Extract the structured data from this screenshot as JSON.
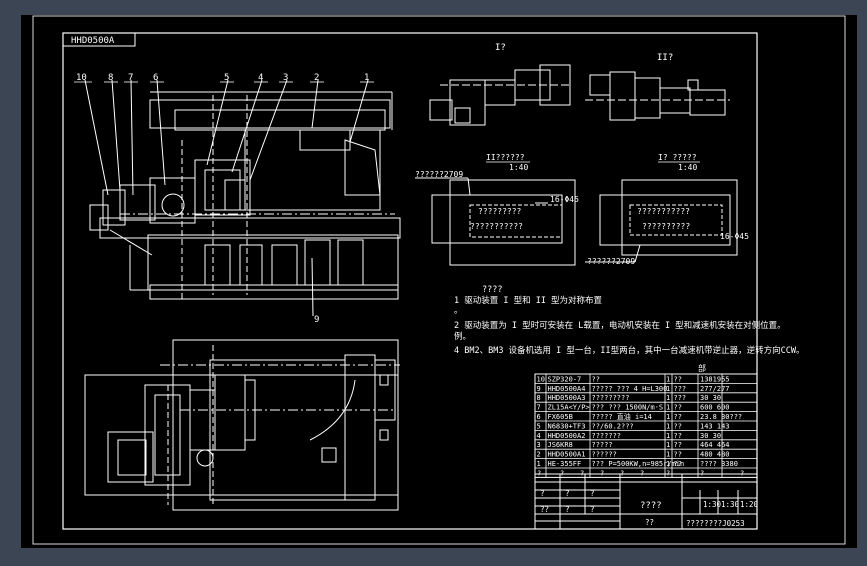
{
  "title_block_label": "HHD0500A",
  "section_labels": {
    "view_i": "I?",
    "view_ii": "II?",
    "section_ii": "II??????",
    "section_i": "I? ?????",
    "scale_left": "1:40",
    "scale_right": "1:40"
  },
  "part_numbers": [
    "10",
    "8",
    "7",
    "6",
    "5",
    "4",
    "3",
    "2",
    "1"
  ],
  "part_9": "9",
  "dimension_notes": {
    "left_top": "??????2709",
    "left_mid": "?????????",
    "left_mid2": "???????????",
    "left_bolt": "16-Φ45",
    "right_mid": "???????????",
    "right_mid2": "??????????",
    "right_bolt": "16-Φ45",
    "right_bottom": "??????2709"
  },
  "notes": {
    "heading": "????",
    "line1": "1  驱动装置 I 型和 II 型为对称布置",
    "line1b": "。",
    "line2": "2  驱动装置为 I 型时可安装在 L载置，电动机安装在 I 型和减速机安装在对侧位置。",
    "line2b": "例。",
    "line3": "4  BM2、BM3  设备机选用 I 型一台，II型两台，其中一台减速机带逆止器，逆转方向CCW。"
  },
  "bom_header": "部",
  "bom_rows": [
    {
      "no": "10",
      "code": "SZP320-7",
      "name": "??",
      "qty": "1",
      "mat": "??",
      "wt": "1381955"
    },
    {
      "no": "9",
      "code": "HHD0500A4",
      "name": "????? ??? 4 H=L300",
      "qty": "1",
      "mat": "???",
      "wt": "277/277"
    },
    {
      "no": "8",
      "code": "HHD0500A3",
      "name": "?????????",
      "qty": "1",
      "mat": "???",
      "wt": "30 30"
    },
    {
      "no": "7",
      "code": "ZL15A<Y/P>",
      "name": "??? ??? 1500N/m·S",
      "qty": "1",
      "mat": "??",
      "wt": "600 600"
    },
    {
      "no": "6",
      "code": "FX605B",
      "name": "????? 直油 i=14",
      "qty": "1",
      "mat": "??",
      "wt": "23.8 30???"
    },
    {
      "no": "5",
      "code": "N6830+TF3",
      "name": "??/60.2???",
      "qty": "1",
      "mat": "??",
      "wt": "143 143"
    },
    {
      "no": "4",
      "code": "HHD0500A2",
      "name": "???????",
      "qty": "1",
      "mat": "??",
      "wt": "30 30"
    },
    {
      "no": "3",
      "code": "JS6KR8",
      "name": "?????",
      "qty": "1",
      "mat": "??",
      "wt": "464 464"
    },
    {
      "no": "2",
      "code": "HHD0500A1",
      "name": "??????",
      "qty": "1",
      "mat": "??",
      "wt": "480 480"
    },
    {
      "no": "1",
      "code": "HE-355FF",
      "name": "??? P=500KW,n=985r/min",
      "qty": "1",
      "mat": "??",
      "wt": "???? 3380"
    }
  ],
  "bom_footer": [
    "?",
    "?",
    "?",
    "?",
    "?",
    "?",
    "?",
    "?",
    "?"
  ],
  "title_block": {
    "drawing_title": "????",
    "company": "??",
    "drawing_no": "????????J0253",
    "stage_cells": [
      "?",
      "?",
      "?",
      "??",
      "?",
      "?"
    ],
    "scale": "1:30",
    "sheet": "1:30",
    "sheet_no": "1:20"
  }
}
